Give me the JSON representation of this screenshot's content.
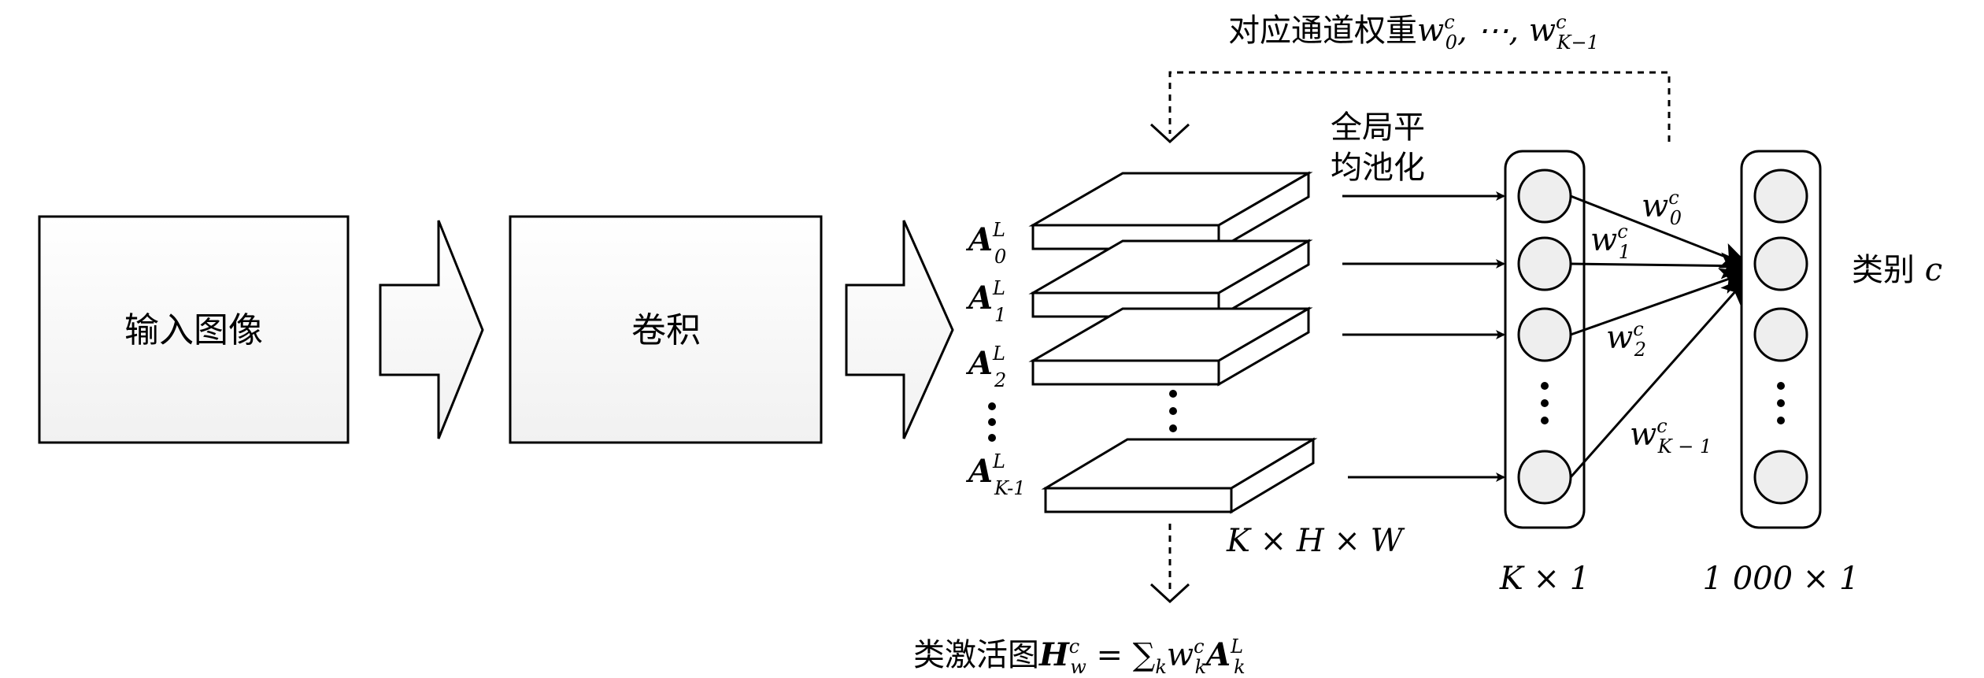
{
  "boxes": {
    "input_label": "输入图像",
    "conv_label": "卷积"
  },
  "feedback": {
    "prefix": "对应通道权重",
    "w": "w",
    "sup": "c",
    "sub_first": "0",
    "sep": ", ⋯, ",
    "sub_last": "K−1"
  },
  "gap_label_line1": "全局平",
  "gap_label_line2": "均池化",
  "feature_maps": [
    {
      "letter": "A",
      "sup": "L",
      "sub": "0"
    },
    {
      "letter": "A",
      "sup": "L",
      "sub": "1"
    },
    {
      "letter": "A",
      "sup": "L",
      "sub": "2"
    },
    {
      "letter": "A",
      "sup": "L",
      "sub": "K-1"
    }
  ],
  "maps_dims": "K × H × W",
  "gap_dims": "K × 1",
  "class_dims": "1 000 × 1",
  "class_label_prefix": "类别 ",
  "class_label_var": "c",
  "weights": [
    {
      "w": "w",
      "sup": "c",
      "sub": "0"
    },
    {
      "w": "w",
      "sup": "c",
      "sub": "1"
    },
    {
      "w": "w",
      "sup": "c",
      "sub": "2"
    },
    {
      "w": "w",
      "sup": "c",
      "sub": "K − 1"
    }
  ],
  "cam": {
    "prefix": "类激活图",
    "H": "H",
    "H_sup": "c",
    "H_sub": "w",
    "eq": " = ",
    "sum": "∑",
    "sum_sub": "k",
    "w": "w",
    "w_sup": "c",
    "w_sub": "k",
    "A": "A",
    "A_sup": "L",
    "A_sub": "k"
  },
  "ellipsis": "⋮"
}
